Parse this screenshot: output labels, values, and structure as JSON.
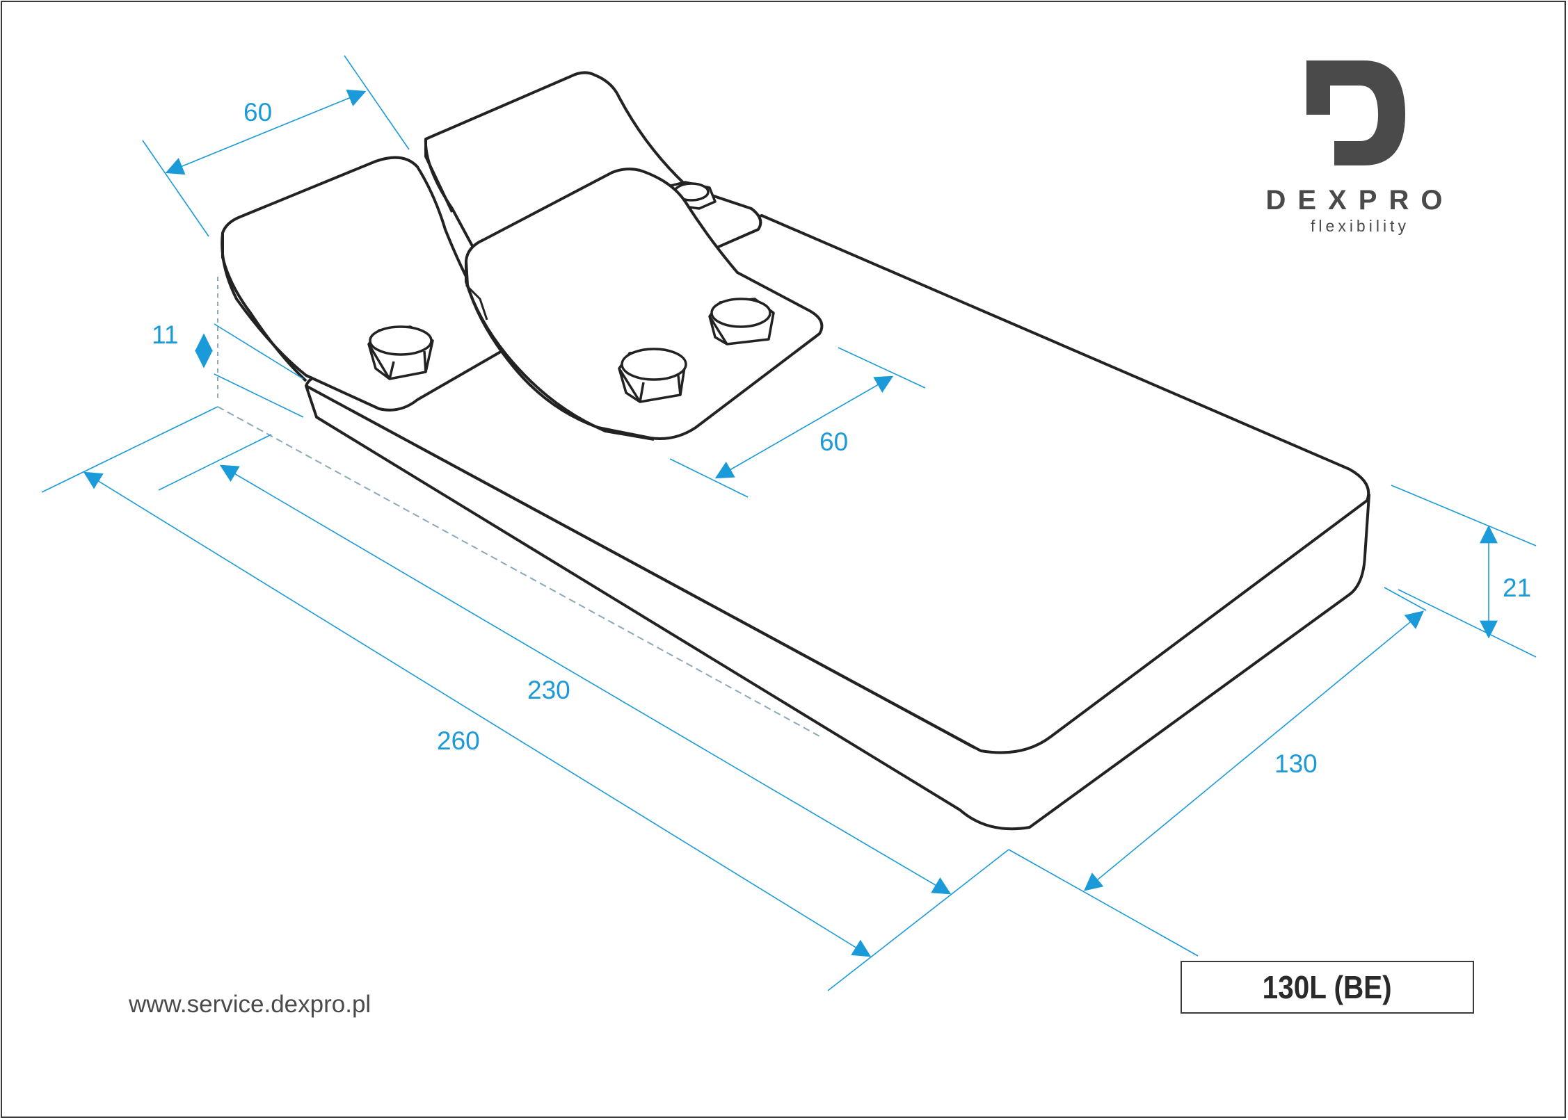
{
  "brand": {
    "name": "DEXPRO",
    "tagline": "flexibility",
    "logo_icon": "d-letter-logo-icon",
    "logo_color": "#4a4a4a"
  },
  "website": "www.service.dexpro.pl",
  "model": "130L (BE)",
  "accent_color": "#1a9ad8",
  "line_color": "#222222",
  "dimensions": {
    "top_pad_width": "60",
    "front_pad_width": "60",
    "pad_thickness": "11",
    "inner_length": "230",
    "overall_length": "260",
    "base_width": "130",
    "base_height": "21"
  }
}
